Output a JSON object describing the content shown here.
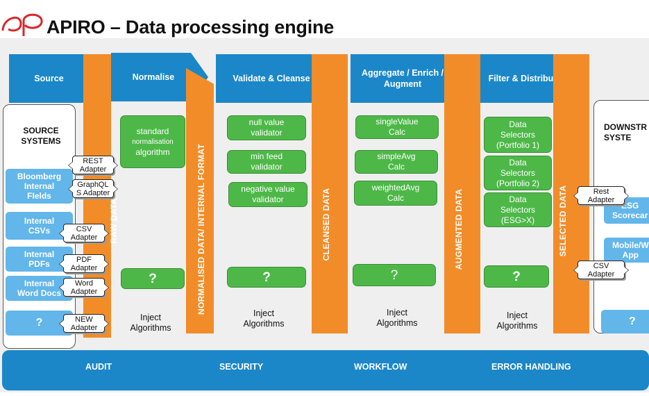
{
  "header": {
    "title": "APIRO – Data processing engine",
    "logo_text": "ap",
    "logo_color": "#d9262a"
  },
  "colors": {
    "blue": "#1b87c9",
    "orange": "#f28c28",
    "green": "#4db848",
    "light_blue": "#62b6ea"
  },
  "stages": [
    {
      "label": "Source"
    },
    {
      "label": "Normalise"
    },
    {
      "label": "Validate & Cleanse"
    },
    {
      "label": "Aggregate / Enrich /\nAugment"
    },
    {
      "label": "Filter & Distribute"
    }
  ],
  "data_bars": [
    "RAW DATA",
    "NORMALISED DATA/ INTERNAL FORMAT",
    "CLEANSED DATA",
    "AUGMENTED  DATA",
    "SELECTED DATA"
  ],
  "source_panel": {
    "title": "SOURCE\nSYSTEMS",
    "items": [
      "Bloomberg\nInternal\nFIelds",
      "Internal\nCSVs",
      "Internal\nPDFs",
      "Internal\nWord Docs",
      "?"
    ],
    "adapters": [
      "REST\nAdapter",
      "GraphQL\nS Adapter",
      "CSV\nAdapter",
      "PDF\nAdapter",
      "Word\nAdapter",
      "NEW\nAdapter"
    ]
  },
  "normalise": {
    "algo_main": "standard",
    "algo_sub": "normalisation",
    "algo_tail": "algorithm",
    "question": "?",
    "inject": "Inject\nAlgorithms"
  },
  "validate": {
    "items": [
      "null value\nvalidator",
      "min feed\nvalidator",
      "negative value\nvalidator"
    ],
    "question": "?",
    "inject": "Inject\nAlgorithms"
  },
  "aggregate": {
    "items": [
      "singleValue\nCalc",
      "simpleAvg\nCalc",
      "weightedAvg\nCalc"
    ],
    "question": "?",
    "inject": "Inject\nAlgorithms"
  },
  "filter": {
    "items": [
      "Data\nSelectors\n(Portfolio 1)",
      "Data\nSelectors\n(Portfolio 2)",
      "Data\nSelectors\n(ESG>X)"
    ],
    "question": "?",
    "inject": "Inject\nAlgorithms"
  },
  "downstream": {
    "title": "DOWNSTR\nSYSTE",
    "items": [
      "ESG\nScorecar",
      "Mobile/W\nApp",
      "?"
    ],
    "adapters": [
      "Rest\nAdapter",
      "CSV\nAdapter"
    ]
  },
  "bottom_bar": [
    "AUDIT",
    "SECURITY",
    "WORKFLOW",
    "ERROR HANDLING"
  ]
}
